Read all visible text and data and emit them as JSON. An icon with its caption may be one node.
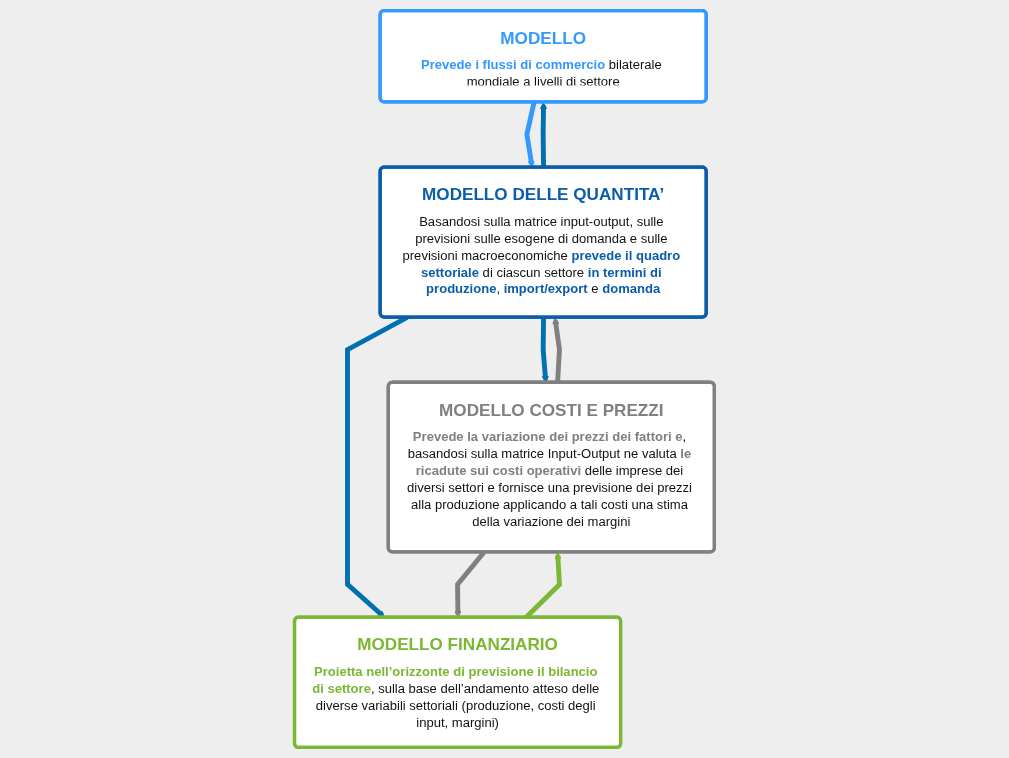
{
  "diagram": {
    "nodes": [
      {
        "text": [
          "MODELLO",
          "**Prevede i flussi di commercio** bilaterale mondiale a livelli di settore"
        ]
      },
      {
        "text": [
          "MODELLO DELLE QUANTITA’",
          "Basandosi sulla matrice input-output, sulle previsioni sulle esogene di domanda e sulle previsioni macroeconomiche **prevede il quadro settoriale** di ciascun settore **in termini di produzione**, **import/export** e **domanda**"
        ]
      },
      {
        "text": [
          "MODELLO COSTI E PREZZI",
          "**Prevede la variazione dei prezzi dei fattori e**, basandosi sulla matrice Input-Output ne valuta **le ricadute sui costi operativi** delle imprese dei diversi settori e fornisce una previsione dei prezzi alla produzione applicando a tali costi una stima della variazione dei margini"
        ]
      },
      {
        "text": [
          "MODELLO FINANZIARIO",
          "**Proietta nell’orizzonte di previsione il bilancio di settore**, sulla base dell’andamento atteso delle diverse variabili settoriali (produzione, costi degli input, margini)"
        ]
      }
    ],
    "edges": [
      {
        "from": 0,
        "to": 1,
        "arrow": "to",
        "color": "#3399ff"
      },
      {
        "from": 1,
        "to": 0,
        "arrow": "to",
        "color": "#0070b0"
      },
      {
        "from": 1,
        "to": 2,
        "arrow": "to",
        "color": "#0070b0"
      },
      {
        "from": 2,
        "to": 1,
        "arrow": "to",
        "color": "#808080"
      },
      {
        "from": 1,
        "to": 3,
        "arrow": "to",
        "color": "#0070b0"
      },
      {
        "from": 2,
        "to": 3,
        "arrow": "to",
        "color": "#808080"
      },
      {
        "from": 3,
        "to": 2,
        "arrow": "to",
        "color": "#7ab833"
      }
    ]
  }
}
